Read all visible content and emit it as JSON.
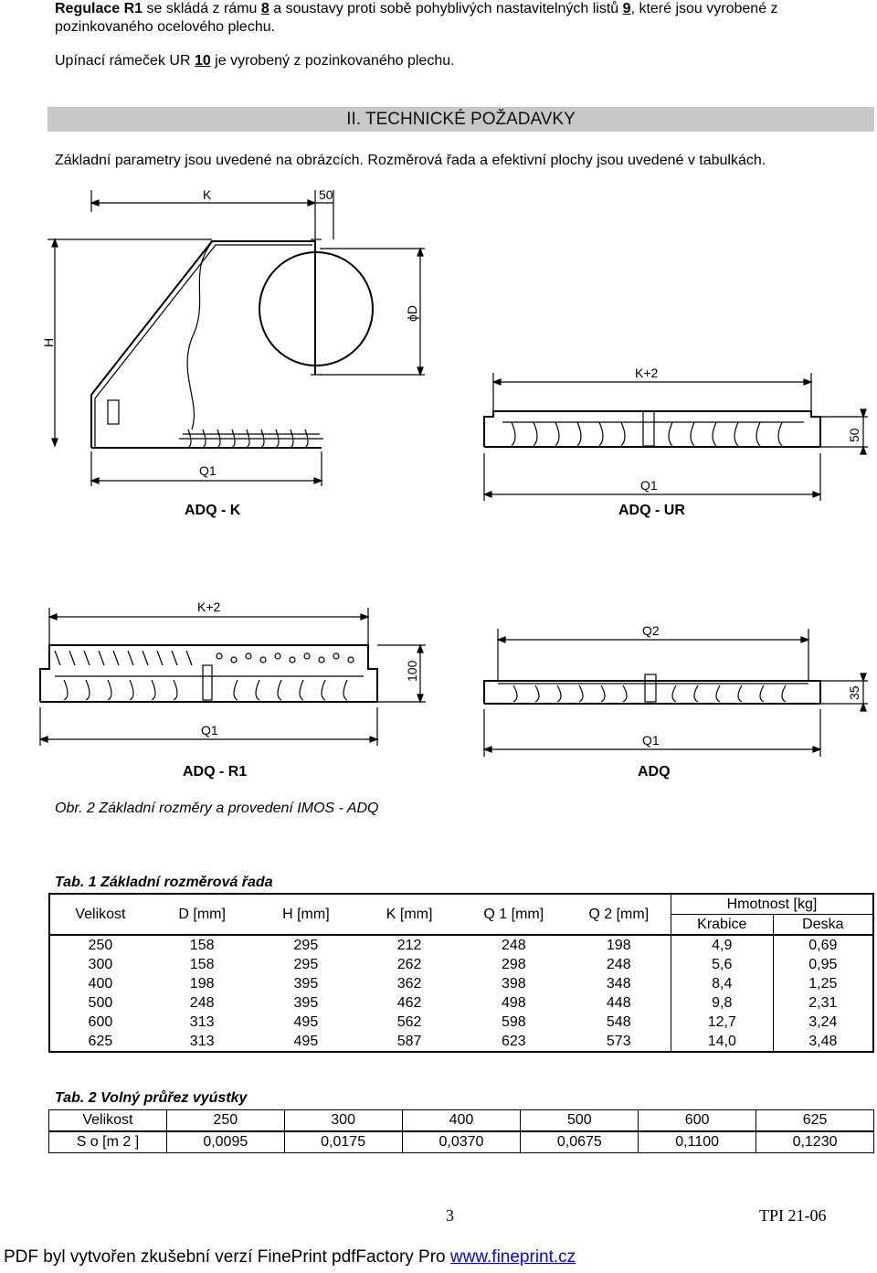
{
  "intro": {
    "line1_bold": "Regulace R1",
    "line1_a": " se skládá z rámu ",
    "line1_n1": "8",
    "line1_b": " a soustavy proti sobě pohyblivých nastavitelných listů ",
    "line1_n2": "9",
    "line1_c": ", které jsou vyrobené z pozinkovaného ocelového plechu.",
    "line2_a": "Upínací rámeček UR ",
    "line2_n": "10",
    "line2_b": " je vyrobený z pozinkovaného plechu."
  },
  "section": {
    "title": "II. TECHNICKÉ POŽADAVKY",
    "text": "Základní parametry jsou uvedené na obrázcích. Rozměrová řada a efektivní plochy jsou uvedené v tabulkách."
  },
  "drawings": {
    "adqk": {
      "name": "ADQ - K",
      "k": "K",
      "d50": "50",
      "h": "H",
      "d": "ϕD",
      "q1": "Q1"
    },
    "adqur": {
      "name": "ADQ - UR",
      "k2": "K+2",
      "d50": "50",
      "q1": "Q1"
    },
    "adqr1": {
      "name": "ADQ - R1",
      "k2": "K+2",
      "d100": "100",
      "q1": "Q1"
    },
    "adq": {
      "name": "ADQ",
      "q2": "Q2",
      "d35": "35",
      "q1": "Q1"
    }
  },
  "figure_caption": "Obr. 2  Základní rozměry a provedení IMOS - ADQ",
  "table1": {
    "caption": "Tab. 1   Základní rozměrová řada",
    "headers": {
      "velikost": "Velikost",
      "d": "D [mm]",
      "h": "H [mm]",
      "k": "K [mm]",
      "q1": "Q 1 [mm]",
      "q2": "Q 2 [mm]",
      "hmotnost": "Hmotnost [kg]",
      "krabice": "Krabice",
      "deska": "Deska"
    },
    "rows": [
      [
        "250",
        "158",
        "295",
        "212",
        "248",
        "198",
        "4,9",
        "0,69"
      ],
      [
        "300",
        "158",
        "295",
        "262",
        "298",
        "248",
        "5,6",
        "0,95"
      ],
      [
        "400",
        "198",
        "395",
        "362",
        "398",
        "348",
        "8,4",
        "1,25"
      ],
      [
        "500",
        "248",
        "395",
        "462",
        "498",
        "448",
        "9,8",
        "2,31"
      ],
      [
        "600",
        "313",
        "495",
        "562",
        "598",
        "548",
        "12,7",
        "3,24"
      ],
      [
        "625",
        "313",
        "495",
        "587",
        "623",
        "573",
        "14,0",
        "3,48"
      ]
    ]
  },
  "table2": {
    "caption": "Tab. 2   Volný průřez vyústky",
    "row1_label": "Velikost",
    "row1": [
      "250",
      "300",
      "400",
      "500",
      "600",
      "625"
    ],
    "row2_label": "S o [m 2 ]",
    "row2": [
      "0,0095",
      "0,0175",
      "0,0370",
      "0,0675",
      "0,1100",
      "0,1230"
    ]
  },
  "page": {
    "number": "3",
    "doc_id": "TPI 21-06"
  },
  "footer": {
    "text": "PDF byl vytvořen zkušební verzí FinePrint pdfFactory Pro ",
    "link": "www.fineprint.cz"
  }
}
